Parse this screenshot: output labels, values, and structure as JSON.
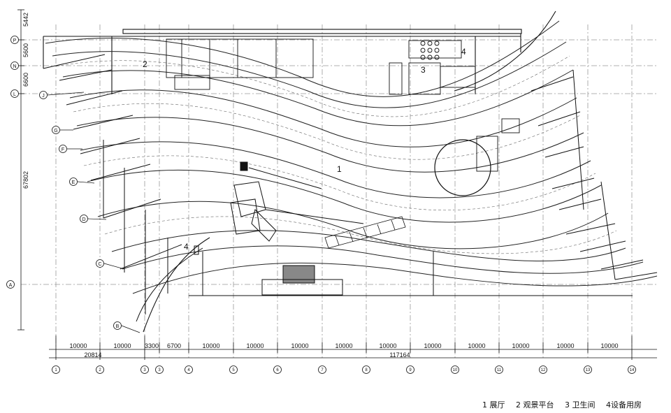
{
  "vertical_dims": {
    "top": "5442",
    "d1": "5600",
    "d2": "6600",
    "total": "67802"
  },
  "row_axes": [
    "P",
    "N",
    "L",
    "J",
    "G",
    "F",
    "E",
    "D",
    "C",
    "B",
    "A"
  ],
  "bottom_dims_row1": [
    "10000",
    "10000",
    "3300",
    "6700",
    "10000",
    "10000",
    "10000",
    "10000",
    "10000",
    "10000",
    "10000",
    "10000",
    "10000",
    "10000"
  ],
  "bottom_totals": {
    "left": "20814",
    "right": "117164"
  },
  "column_axes": [
    "1",
    "2",
    "3",
    "3",
    "4",
    "5",
    "6",
    "7",
    "8",
    "9",
    "10",
    "11",
    "12",
    "13",
    "14"
  ],
  "room_numbers": {
    "exhibition": "1",
    "viewing": "2",
    "toilet": "3",
    "equipment_top": "4",
    "equipment_left": "4"
  },
  "legend": [
    {
      "label": "1 展厅"
    },
    {
      "label": "2 观景平台"
    },
    {
      "label": "3 卫生间"
    },
    {
      "label": "4设备用房"
    }
  ]
}
